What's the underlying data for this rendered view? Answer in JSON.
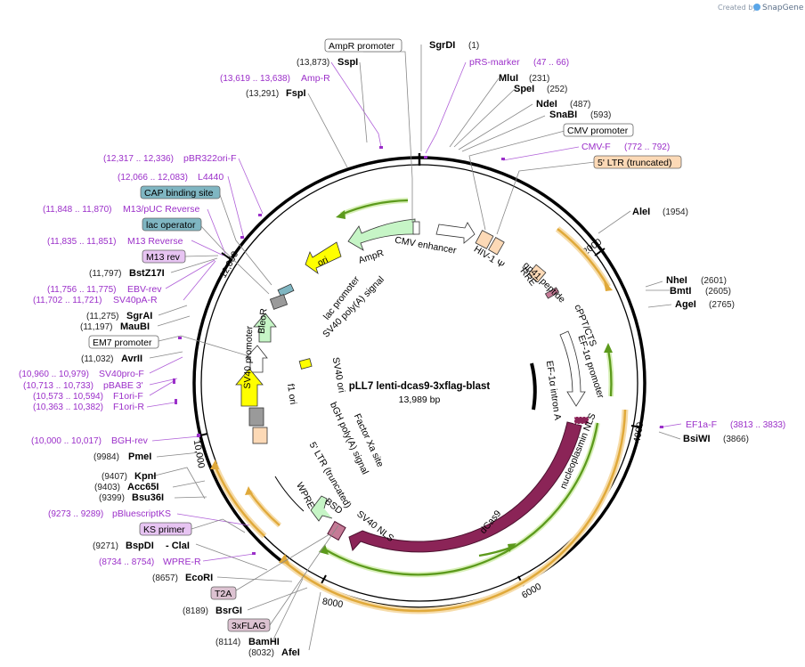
{
  "credit": {
    "created_by": "Created by",
    "brand": "SnapGene"
  },
  "plasmid": {
    "name": "pLL7 lenti-dcas9-3xflag-blast",
    "length": "13,989 bp",
    "total_bp": 13989
  },
  "ticks": [
    "2000",
    "4000",
    "6000",
    "8000",
    "10,000",
    "12,000"
  ],
  "enzymes": {
    "SgrDI": {
      "name": "SgrDI",
      "pos": "(1)"
    },
    "MluI": {
      "name": "MluI",
      "pos": "(231)"
    },
    "SpeI": {
      "name": "SpeI",
      "pos": "(252)"
    },
    "NdeI": {
      "name": "NdeI",
      "pos": "(487)"
    },
    "SnaBI": {
      "name": "SnaBI",
      "pos": "(593)"
    },
    "AleI": {
      "name": "AleI",
      "pos": "(1954)"
    },
    "NheI": {
      "name": "NheI",
      "pos": "(2601)"
    },
    "BmtI": {
      "name": "BmtI",
      "pos": "(2605)"
    },
    "AgeI": {
      "name": "AgeI",
      "pos": "(2765)"
    },
    "BsiWI": {
      "name": "BsiWI",
      "pos": "(3866)"
    },
    "SspI": {
      "name": "SspI",
      "pos": "(13,873)"
    },
    "FspI": {
      "name": "FspI",
      "pos": "(13,291)"
    },
    "BstZ17I": {
      "name": "BstZ17I",
      "pos": "(11,797)"
    },
    "SgrAI": {
      "name": "SgrAI",
      "pos": "(11,275)"
    },
    "MauBI": {
      "name": "MauBI",
      "pos": "(11,197)"
    },
    "AvrII": {
      "name": "AvrII",
      "pos": "(11,032)"
    },
    "PmeI": {
      "name": "PmeI",
      "pos": "(9984)"
    },
    "KpnI": {
      "name": "KpnI",
      "pos": "(9407)"
    },
    "Acc65I": {
      "name": "Acc65I",
      "pos": "(9403)"
    },
    "Bsu36I": {
      "name": "Bsu36I",
      "pos": "(9399)"
    },
    "BspDI": {
      "name": "BspDI",
      "pos": "(9271)"
    },
    "ClaI": {
      "name": "- ClaI"
    },
    "EcoRI": {
      "name": "EcoRI",
      "pos": "(8657)"
    },
    "BsrGI": {
      "name": "BsrGI",
      "pos": "(8189)"
    },
    "BamHI": {
      "name": "BamHI",
      "pos": "(8114)"
    },
    "AfeI": {
      "name": "AfeI",
      "pos": "(8032)"
    }
  },
  "primers": {
    "pRS_marker": {
      "name": "pRS-marker",
      "range": "(47 .. 66)"
    },
    "CMV_F": {
      "name": "CMV-F",
      "range": "(772 .. 792)"
    },
    "EF1a_F": {
      "name": "EF1a-F",
      "range": "(3813 .. 3833)"
    },
    "Amp_R": {
      "name": "Amp-R",
      "range": "(13,619 .. 13,638)"
    },
    "pBR322ori_F": {
      "name": "pBR322ori-F",
      "range": "(12,317 .. 12,336)"
    },
    "L4440": {
      "name": "L4440",
      "range": "(12,066 .. 12,083)"
    },
    "M13_pUC_Reverse": {
      "name": "M13/pUC Reverse",
      "range": "(11,848 .. 11,870)"
    },
    "M13_Reverse": {
      "name": "M13 Reverse",
      "range": "(11,835 .. 11,851)"
    },
    "EBV_rev": {
      "name": "EBV-rev",
      "range": "(11,756 .. 11,775)"
    },
    "SV40pA_R": {
      "name": "SV40pA-R",
      "range": "(11,702 .. 11,721)"
    },
    "SV40pro_F": {
      "name": "SV40pro-F",
      "range": "(10,960 .. 10,979)"
    },
    "pBABE_3": {
      "name": "pBABE 3'",
      "range": "(10,713 .. 10,733)"
    },
    "F1ori_F": {
      "name": "F1ori-F",
      "range": "(10,573 .. 10,594)"
    },
    "F1ori_R": {
      "name": "F1ori-R",
      "range": "(10,363 .. 10,382)"
    },
    "BGH_rev": {
      "name": "BGH-rev",
      "range": "(10,000 .. 10,017)"
    },
    "pBluescriptKS": {
      "name": "pBluescriptKS",
      "range": "(9273 .. 9289)"
    },
    "WPRE_R": {
      "name": "WPRE-R",
      "range": "(8734 .. 8754)"
    }
  },
  "boxes": {
    "AmpR_promoter": "AmpR promoter",
    "CMV_promoter": "CMV promoter",
    "LTR5_top": "5' LTR (truncated)",
    "CAP_binding_site": "CAP binding site",
    "lac_operator": "lac operator",
    "M13_rev": "M13 rev",
    "EM7_promoter": "EM7 promoter",
    "KS_primer": "KS primer",
    "T2A": "T2A",
    "3xFLAG": "3xFLAG"
  },
  "features": {
    "CMV_enhancer": "CMV enhancer",
    "AmpR": "AmpR",
    "ori": "ori",
    "lac_promoter": "lac promoter",
    "SV40_polyA_signal": "SV40 poly(A) signal",
    "HIV1_psi": "HIV-1 Ψ",
    "RRE": "RRE",
    "gp41_peptide": "gp41 peptide",
    "cPPT_CTS": "cPPT/CTS",
    "EF1a_promoter": "EF-1α promoter",
    "EF1a_intron_A": "EF-1α intron A",
    "nucleoplasmin_NLS": "nucleoplasmin NLS",
    "dCas9": "dCas9",
    "SV40_NLS": "SV40 NLS",
    "BSD": "BSD",
    "WPRE": "WPRE",
    "LTR5_inner": "5' LTR (truncated)",
    "bGH_polyA": "bGH poly(A) signal",
    "Factor_Xa": "Factor Xa site",
    "f1_ori": "f1 ori",
    "SV40_promoter": "SV40 promoter",
    "BleoR": "BleoR",
    "SV40_ori": "SV40 ori"
  },
  "colors": {
    "backbone": "#000000",
    "primer": "#9b2fc9",
    "ampr": "#c6f5c6",
    "ori": "#ffff00",
    "ltr": "#fcd9b6",
    "dcas9": "#8b2457",
    "orange_arc": "#e0a93a",
    "green_arc": "#7ab828",
    "teal_box": "#7fb6c2",
    "pink_box": "#dcc2d1",
    "m13_box": "#e7c4f2"
  }
}
